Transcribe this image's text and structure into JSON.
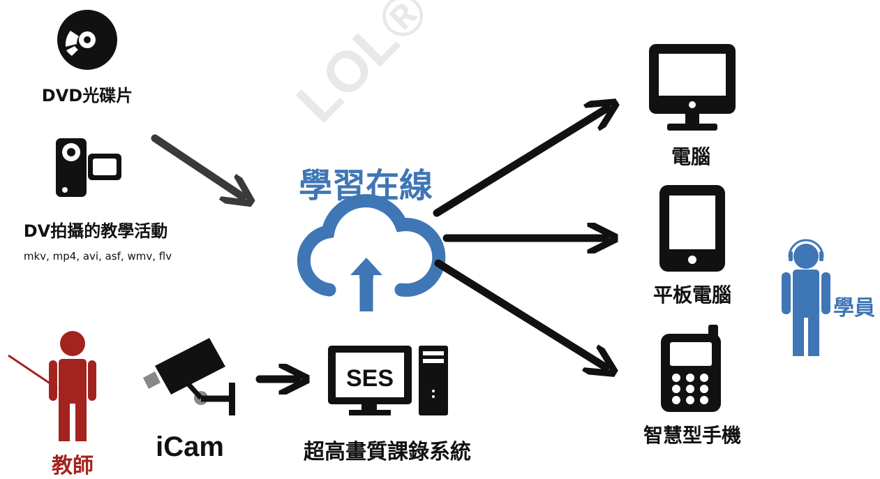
{
  "watermark": "LOL®",
  "center_title": "學習在線",
  "sources": {
    "dvd": "DVD光碟片",
    "dv": "DV拍攝的教學活動",
    "formats": "mkv, mp4, avi, asf, wmv, flv"
  },
  "teacher": "教師",
  "camera": "iCam",
  "ses_box_text": "SES",
  "recorder": "超高畫質課錄系統",
  "devices": {
    "pc": "電腦",
    "tablet": "平板電腦",
    "phone": "智慧型手機"
  },
  "learner": "學員",
  "colors": {
    "blue": "#3f76b5",
    "red": "#a3231f",
    "dark": "#111111",
    "arrow_gray": "#3a3a3a",
    "watermark": "#e8e8e8"
  }
}
